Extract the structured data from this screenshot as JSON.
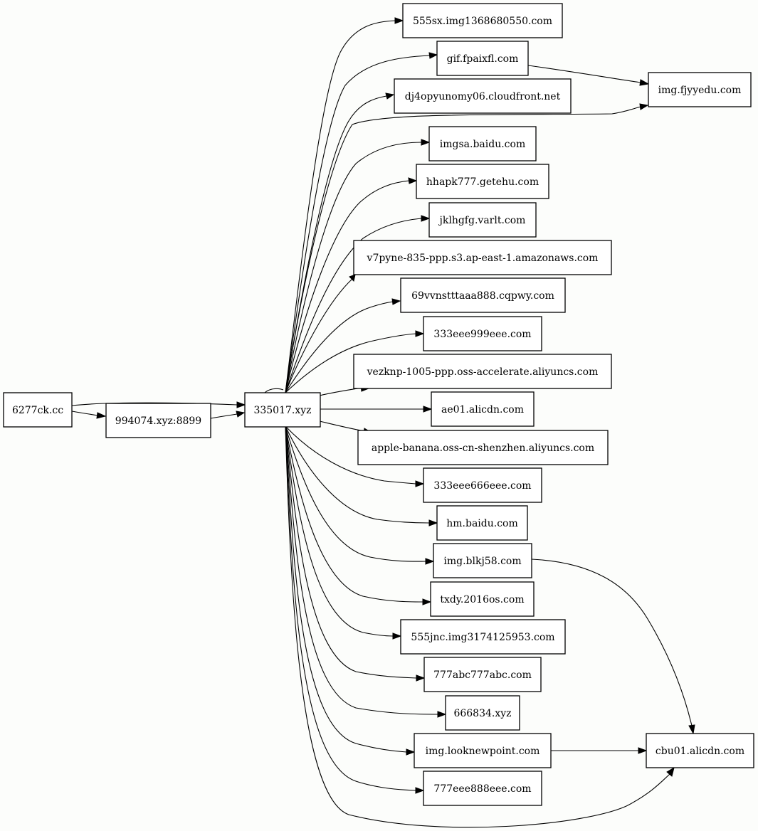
{
  "graph": {
    "nodes": [
      {
        "id": "n6277",
        "label": "6277ck.cc"
      },
      {
        "id": "n994074",
        "label": "994074.xyz:8899"
      },
      {
        "id": "n335017",
        "label": "335017.xyz"
      },
      {
        "id": "n555sx",
        "label": "555sx.img1368680550.com"
      },
      {
        "id": "ngif",
        "label": "gif.fpaixfl.com"
      },
      {
        "id": "ndj4",
        "label": "dj4opyunomy06.cloudfront.net"
      },
      {
        "id": "nimgsa",
        "label": "imgsa.baidu.com"
      },
      {
        "id": "nhhapk",
        "label": "hhapk777.getehu.com"
      },
      {
        "id": "njklh",
        "label": "jklhgfg.varlt.com"
      },
      {
        "id": "nv7",
        "label": "v7pyne-835-ppp.s3.ap-east-1.amazonaws.com"
      },
      {
        "id": "n69",
        "label": "69vvnstttaaa888.cqpwy.com"
      },
      {
        "id": "n333e9",
        "label": "333eee999eee.com"
      },
      {
        "id": "nvez",
        "label": "vezknp-1005-ppp.oss-accelerate.aliyuncs.com"
      },
      {
        "id": "nae01",
        "label": "ae01.alicdn.com"
      },
      {
        "id": "napple",
        "label": "apple-banana.oss-cn-shenzhen.aliyuncs.com"
      },
      {
        "id": "n333e6",
        "label": "333eee666eee.com"
      },
      {
        "id": "nhm",
        "label": "hm.baidu.com"
      },
      {
        "id": "nblkj",
        "label": "img.blkj58.com"
      },
      {
        "id": "ntxdy",
        "label": "txdy.2016os.com"
      },
      {
        "id": "n555jnc",
        "label": "555jnc.img3174125953.com"
      },
      {
        "id": "n777abc",
        "label": "777abc777abc.com"
      },
      {
        "id": "n666834",
        "label": "666834.xyz"
      },
      {
        "id": "nlook",
        "label": "img.looknewpoint.com"
      },
      {
        "id": "n777eee",
        "label": "777eee888eee.com"
      },
      {
        "id": "nfjyy",
        "label": "img.fjyyedu.com"
      },
      {
        "id": "ncbu01",
        "label": "cbu01.alicdn.com"
      }
    ],
    "edges": [
      {
        "from": "n6277",
        "to": "n335017"
      },
      {
        "from": "n6277",
        "to": "n994074"
      },
      {
        "from": "n994074",
        "to": "n335017"
      },
      {
        "from": "n335017",
        "to": "n335017"
      },
      {
        "from": "n335017",
        "to": "n555sx"
      },
      {
        "from": "n335017",
        "to": "ngif"
      },
      {
        "from": "n335017",
        "to": "ndj4"
      },
      {
        "from": "n335017",
        "to": "nfjyy"
      },
      {
        "from": "n335017",
        "to": "nimgsa"
      },
      {
        "from": "n335017",
        "to": "nhhapk"
      },
      {
        "from": "n335017",
        "to": "njklh"
      },
      {
        "from": "n335017",
        "to": "nv7"
      },
      {
        "from": "n335017",
        "to": "n69"
      },
      {
        "from": "n335017",
        "to": "n333e9"
      },
      {
        "from": "n335017",
        "to": "nvez"
      },
      {
        "from": "n335017",
        "to": "nae01"
      },
      {
        "from": "n335017",
        "to": "napple"
      },
      {
        "from": "n335017",
        "to": "n333e6"
      },
      {
        "from": "n335017",
        "to": "nhm"
      },
      {
        "from": "n335017",
        "to": "nblkj"
      },
      {
        "from": "n335017",
        "to": "ntxdy"
      },
      {
        "from": "n335017",
        "to": "n555jnc"
      },
      {
        "from": "n335017",
        "to": "n777abc"
      },
      {
        "from": "n335017",
        "to": "n666834"
      },
      {
        "from": "n335017",
        "to": "nlook"
      },
      {
        "from": "n335017",
        "to": "n777eee"
      },
      {
        "from": "n335017",
        "to": "ncbu01"
      },
      {
        "from": "ngif",
        "to": "nfjyy"
      },
      {
        "from": "nblkj",
        "to": "ncbu01"
      },
      {
        "from": "nlook",
        "to": "ncbu01"
      }
    ]
  }
}
